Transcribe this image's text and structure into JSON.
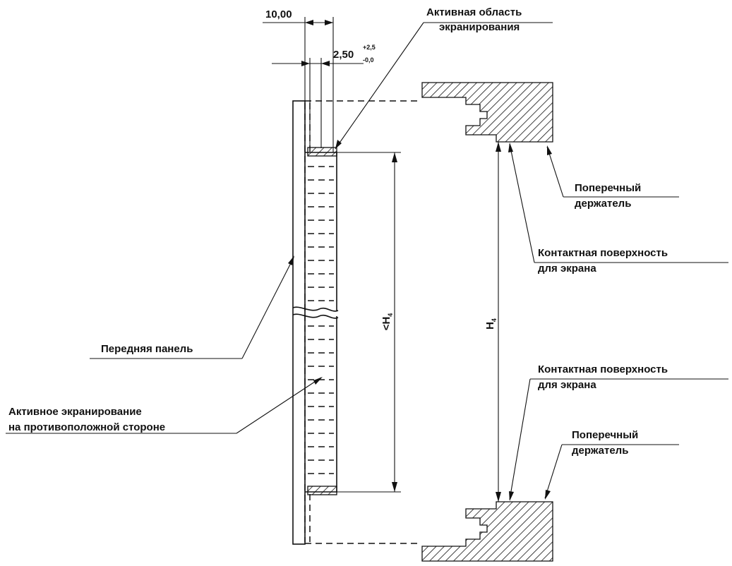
{
  "labels": {
    "active_area": [
      "Активная область",
      "экранирования"
    ],
    "cross_holder_top": [
      "Поперечный",
      "держатель"
    ],
    "contact_surface_top": [
      "Контактная поверхность",
      "для экрана"
    ],
    "front_panel": "Передняя панель",
    "contact_surface_bottom": [
      "Контактная поверхность",
      "для экрана"
    ],
    "active_shielding_opposite": [
      "Активное экранирование",
      "на противоположной стороне"
    ],
    "cross_holder_bottom": [
      "Поперечный",
      "держатель"
    ]
  },
  "dimensions": {
    "width_10": "10,00",
    "width_250": "2,50",
    "tol_plus": "+2,5",
    "tol_minus": "-0,0",
    "inner_h": "<H",
    "inner_h_sub": "4",
    "outer_h": "H",
    "outer_h_sub": "4"
  }
}
